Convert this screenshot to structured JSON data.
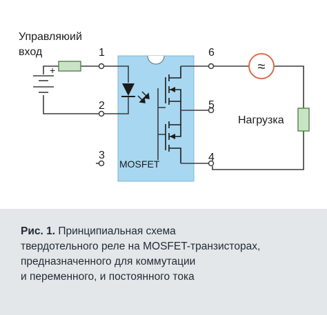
{
  "diagram": {
    "input_label_line1": "Управляюий",
    "input_label_line2": "вход",
    "plus_sign": "+",
    "chip_label": "MOSFET",
    "load_label": "Нагрузка",
    "ac_symbol": "≈",
    "pins": {
      "p1": "1",
      "p2": "2",
      "p3": "3",
      "p4": "4",
      "p5": "5",
      "p6": "6"
    },
    "colors": {
      "chip_fill": "#a8d7f1",
      "wire": "#3b3b3b",
      "resistor_fill": "#c9e4c5",
      "resistor_stroke": "#5a8a55",
      "ac_stroke": "#d96b4a",
      "load_fill": "#c9e4c5"
    }
  },
  "caption": {
    "figure_label": "Рис. 1.",
    "line1": "Принципиальная схема",
    "line2": "твердотельного реле на MOSFET-транзисторах,",
    "line3": "предназначенного для коммутации",
    "line4": "и переменного, и постоянного тока"
  }
}
